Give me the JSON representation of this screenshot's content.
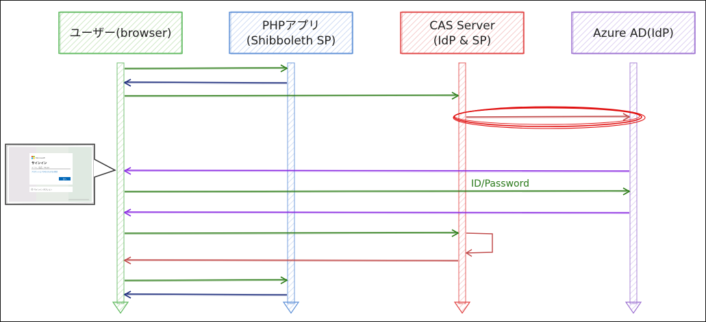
{
  "diagram": {
    "type": "sequence",
    "actors": [
      {
        "id": "browser",
        "lines": [
          "ユーザー(browser)"
        ],
        "color": "#5cb85c",
        "fill": "#eef7ea"
      },
      {
        "id": "php",
        "lines": [
          "PHPアプリ",
          "(Shibboleth SP)"
        ],
        "color": "#5b8ed6",
        "fill": "#eaf1fb"
      },
      {
        "id": "cas",
        "lines": [
          "CAS Server",
          "(IdP & SP)"
        ],
        "color": "#e04040",
        "fill": "#fbeaea"
      },
      {
        "id": "azure",
        "lines": [
          "Azure AD(IdP)"
        ],
        "color": "#9b6fd0",
        "fill": "#f1eafb"
      }
    ],
    "messages": [
      {
        "from": "browser",
        "to": "php",
        "color": "#2e7d1a",
        "label": ""
      },
      {
        "from": "php",
        "to": "browser",
        "color": "#1a2a7a",
        "label": ""
      },
      {
        "from": "browser",
        "to": "cas",
        "color": "#2e7d1a",
        "label": ""
      },
      {
        "from": "cas",
        "to": "azure",
        "color": "#c04a4a",
        "label": "",
        "highlighted": true,
        "highlight_color": "#e01010"
      },
      {
        "from": "azure",
        "to": "browser",
        "color": "#8a2be2",
        "label": ""
      },
      {
        "from": "browser",
        "to": "azure",
        "color": "#2e7d1a",
        "label": "ID/Password"
      },
      {
        "from": "azure",
        "to": "browser",
        "color": "#8a2be2",
        "label": ""
      },
      {
        "from": "browser",
        "to": "cas",
        "color": "#2e7d1a",
        "label": ""
      },
      {
        "from": "cas",
        "to": "cas",
        "color": "#c04a4a",
        "label": "",
        "self": true
      },
      {
        "from": "cas",
        "to": "browser",
        "color": "#c04a4a",
        "label": ""
      },
      {
        "from": "browser",
        "to": "php",
        "color": "#2e7d1a",
        "label": ""
      },
      {
        "from": "php",
        "to": "browser",
        "color": "#1a2a7a",
        "label": ""
      }
    ],
    "callout": {
      "attached_to_message": 4,
      "description": "Microsoft sign-in page screenshot",
      "content": {
        "brand": "Microsoft",
        "heading": "サインイン",
        "input_placeholder": "メール、電話、Skype",
        "link_text": "アカウントにアクセスできない場合",
        "button_label": "次へ",
        "options_label": "サインイン オプション"
      }
    }
  }
}
